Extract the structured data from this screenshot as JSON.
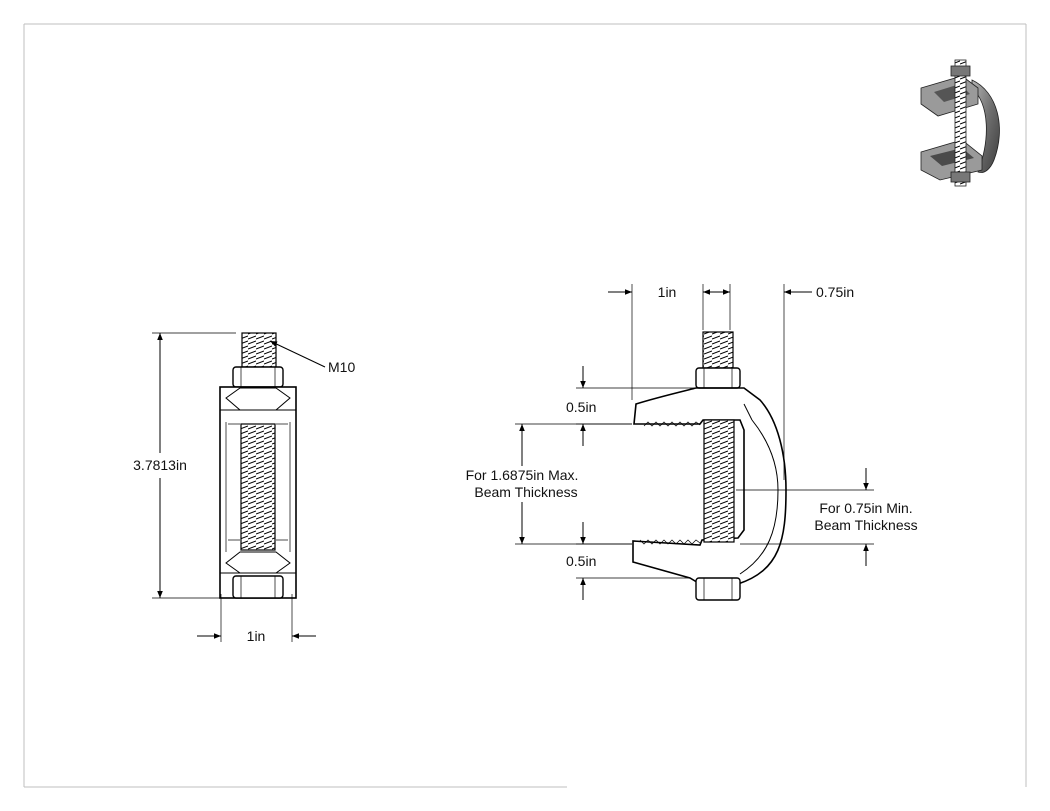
{
  "drawing": {
    "front_view": {
      "height_label": "3.7813in",
      "thread_label": "M10",
      "width_label": "1in"
    },
    "side_view": {
      "top_width_label": "1in",
      "top_offset_label": "0.75in",
      "jaw_top_label": "0.5in",
      "jaw_bottom_label": "0.5in",
      "max_beam_line1": "For 1.6875in Max.",
      "max_beam_line2": "Beam Thickness",
      "min_beam_line1": "For 0.75in Min.",
      "min_beam_line2": "Beam Thickness"
    }
  },
  "colors": {
    "line": "#000000",
    "border": "#bfbfbf",
    "metal_light": "#a8a8a8",
    "metal_mid": "#6e6e6e",
    "metal_dark": "#3c3c3c"
  },
  "icons": [
    "clamp-3d-thumbnail-icon"
  ]
}
